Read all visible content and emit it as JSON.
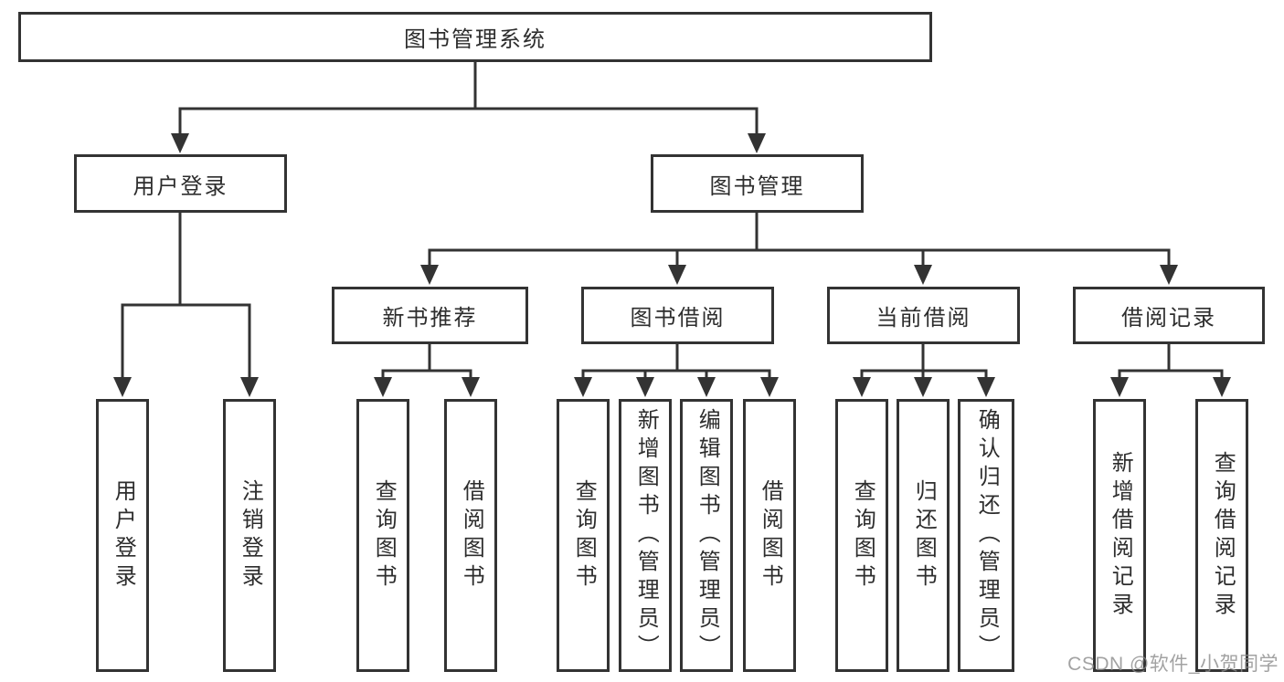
{
  "tree": {
    "root": "图书管理系统",
    "children": [
      {
        "label": "用户登录",
        "children": [
          "用户登录",
          "注销登录"
        ]
      },
      {
        "label": "图书管理",
        "children": [
          {
            "label": "新书推荐",
            "children": [
              "查询图书",
              "借阅图书"
            ]
          },
          {
            "label": "图书借阅",
            "children": [
              "查询图书",
              "新增图书（管理员）",
              "编辑图书（管理员）",
              "借阅图书"
            ]
          },
          {
            "label": "当前借阅",
            "children": [
              "查询图书",
              "归还图书",
              "确认归还（管理员）"
            ]
          },
          {
            "label": "借阅记录",
            "children": [
              "新增借阅记录",
              "查询借阅记录"
            ]
          }
        ]
      }
    ]
  },
  "watermark": "CSDN @软件_小贺同学",
  "colors": {
    "line": "#333333",
    "text": "#2d2d2d",
    "watermark": "#8c8c8c",
    "background": "#ffffff"
  }
}
